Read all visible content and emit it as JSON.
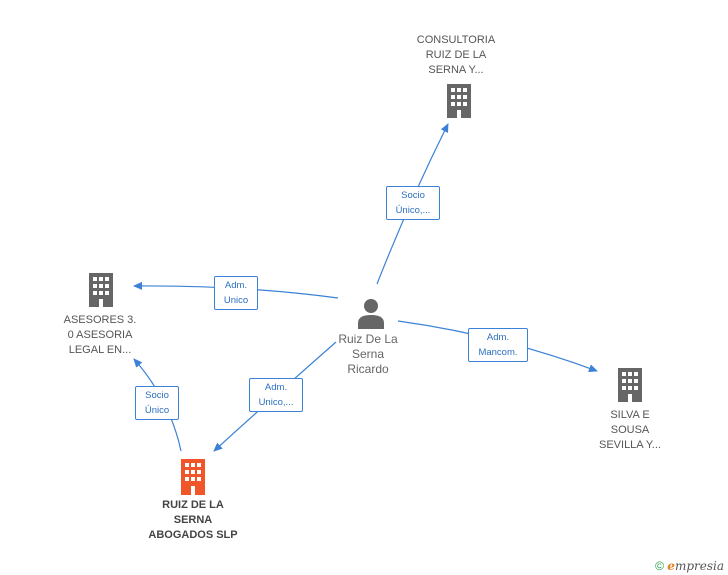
{
  "colors": {
    "edge": "#3b82d6",
    "company": "#666666",
    "main_company": "#f0562a",
    "person": "#666666"
  },
  "nodes": {
    "consultoria": {
      "lines": [
        "CONSULTORIA",
        "RUIZ DE LA",
        "SERNA Y..."
      ],
      "icon": "building-icon"
    },
    "asesores": {
      "lines": [
        "ASESORES 3.",
        "0 ASESORIA",
        "LEGAL EN..."
      ],
      "icon": "building-icon"
    },
    "person": {
      "lines": [
        "Ruiz De La",
        "Serna",
        "Ricardo"
      ],
      "icon": "person-icon"
    },
    "silva": {
      "lines": [
        "SILVA E",
        "SOUSA",
        "SEVILLA Y..."
      ],
      "icon": "building-icon"
    },
    "main": {
      "lines": [
        "RUIZ DE LA",
        "SERNA",
        "ABOGADOS SLP"
      ],
      "icon": "building-icon"
    }
  },
  "edges": {
    "to_consultoria": [
      "Socio",
      "Único,..."
    ],
    "to_asesores": [
      "Adm.",
      "Unico"
    ],
    "to_silva": [
      "Adm.",
      "Mancom."
    ],
    "to_main": [
      "Adm.",
      "Unico,..."
    ],
    "main_to_asesores": [
      "Socio",
      "Único"
    ]
  },
  "footer": {
    "copyright": "©",
    "brand_e": "e",
    "brand_rest": "mpresia"
  }
}
